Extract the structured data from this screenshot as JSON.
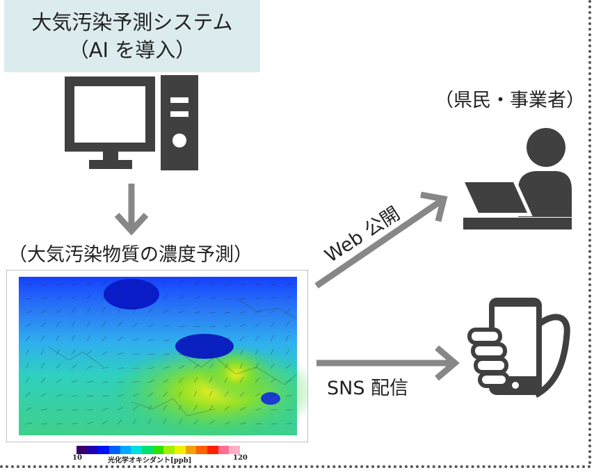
{
  "system": {
    "title_line1": "大気汚染予測システム",
    "title_line2": "（AI を導入）"
  },
  "users_label": "（県民・事業者）",
  "prediction_label": "（大気汚染物質の濃度予測）",
  "web_label": "Web 公開",
  "sns_label": "SNS 配信",
  "colorbar": {
    "min": "10",
    "max": "120",
    "label": "光化学オキシダント[ppb]",
    "colors": [
      "#3a006e",
      "#1d00b4",
      "#0010ff",
      "#0060ff",
      "#00a8ff",
      "#00e0e0",
      "#00e070",
      "#30e000",
      "#a0f000",
      "#f0f000",
      "#f0a000",
      "#ff6000",
      "#ff2000",
      "#ff6f8f",
      "#ffb0c8"
    ]
  },
  "colors": {
    "arrow": "#878787",
    "icon": "#404040",
    "title_bg": "#dcebee"
  }
}
